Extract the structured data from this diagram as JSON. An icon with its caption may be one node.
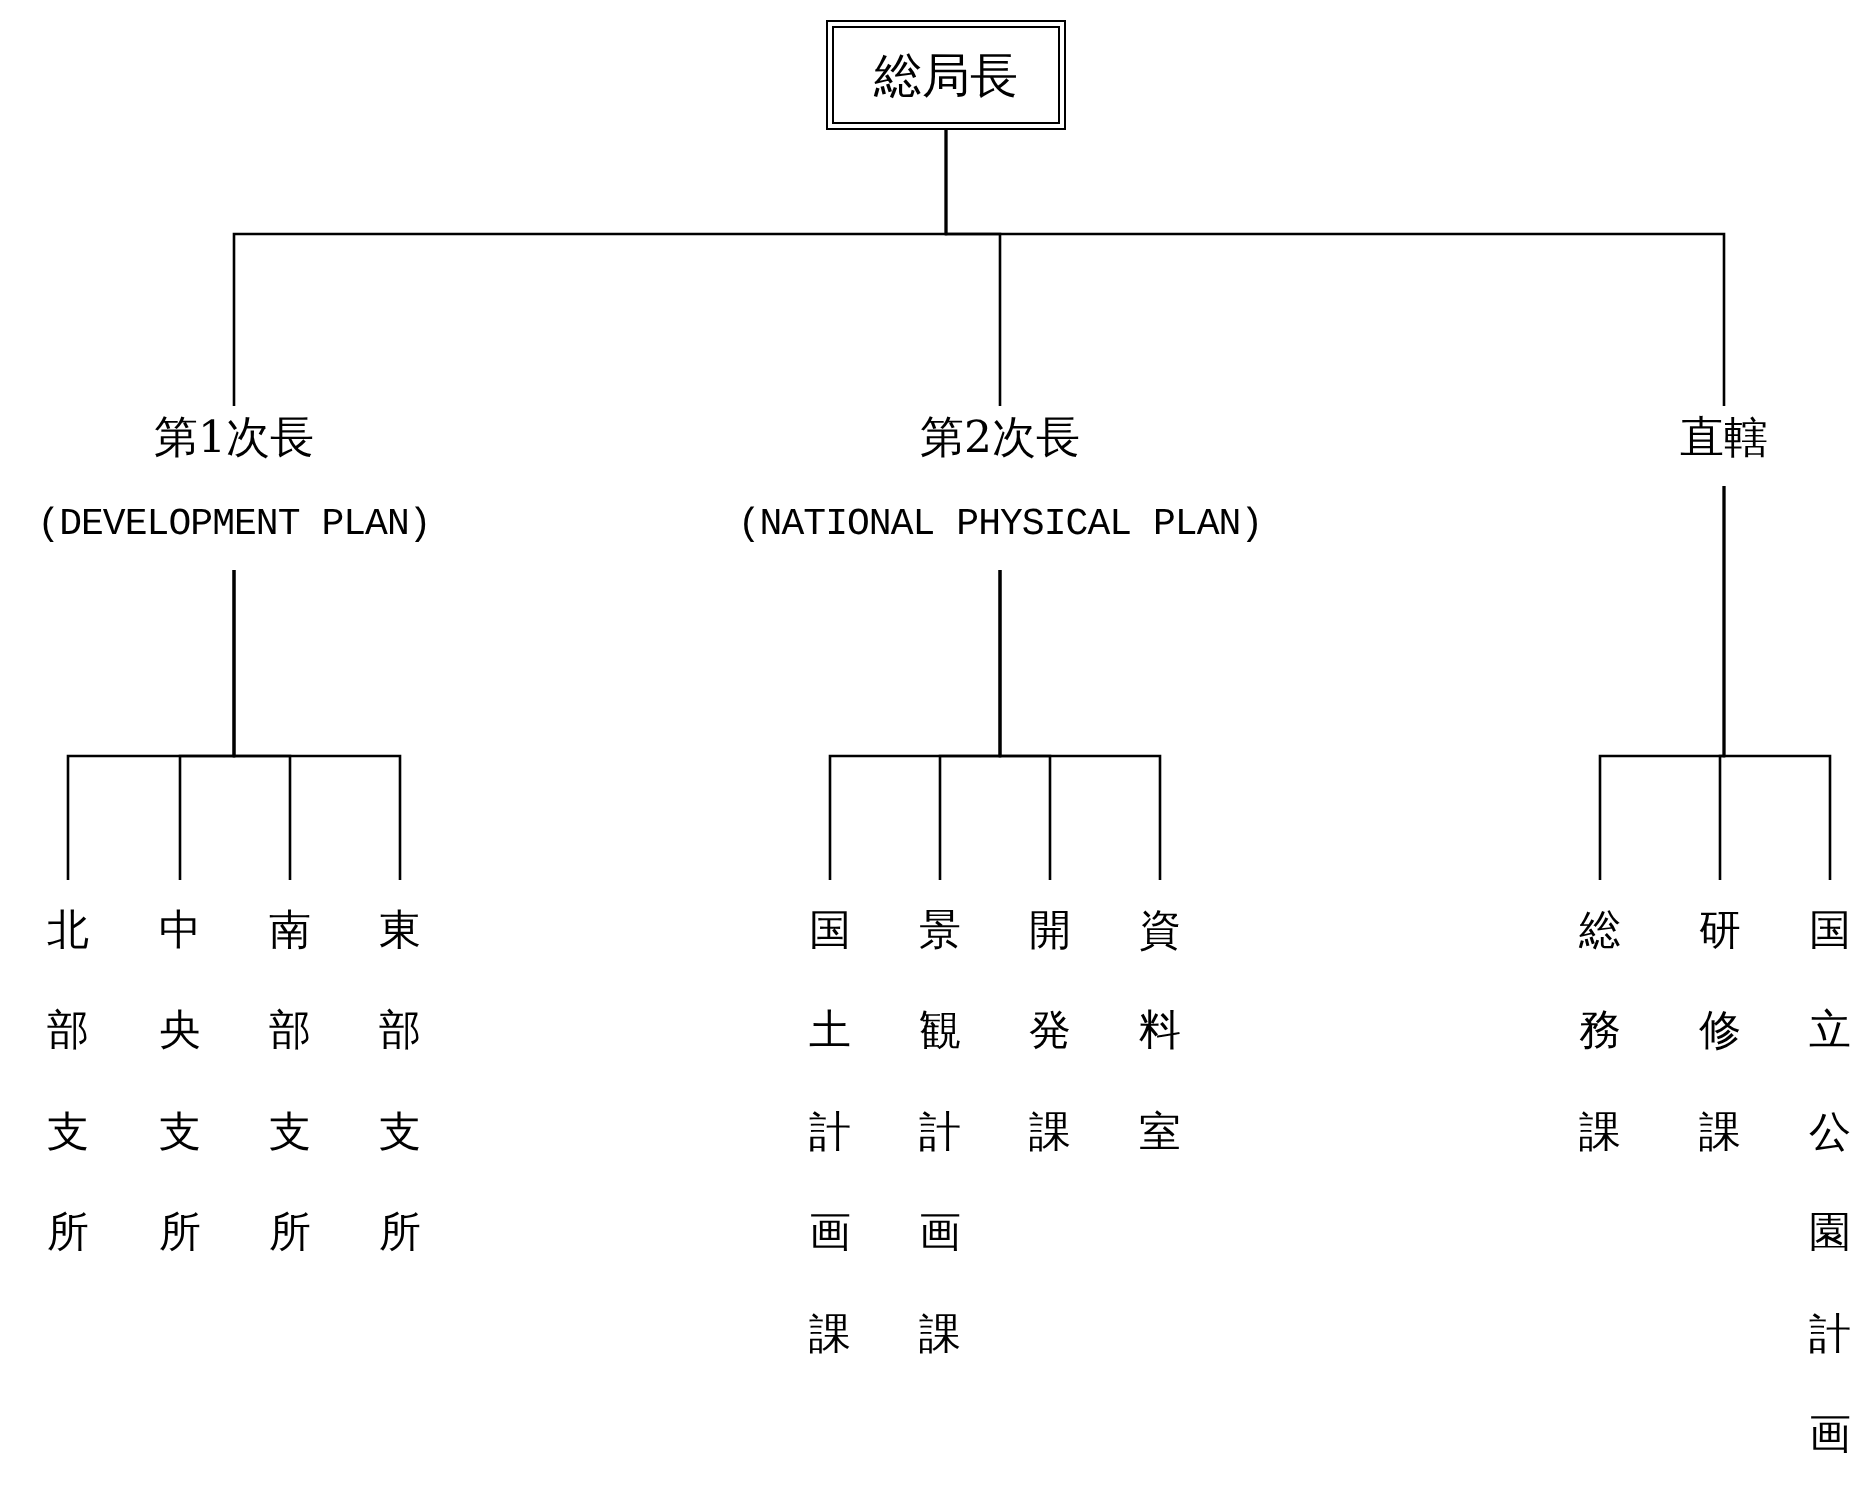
{
  "diagram": {
    "nodes": [
      {
        "text": [
          "総局長"
        ]
      },
      {
        "text": [
          "第1次長",
          "(DEVELOPMENT PLAN)"
        ]
      },
      {
        "text": [
          "第2次長",
          "(NATIONAL PHYSICAL PLAN)"
        ]
      },
      {
        "text": [
          "直轄"
        ]
      },
      {
        "text": [
          "北部支所"
        ]
      },
      {
        "text": [
          "中央支所"
        ]
      },
      {
        "text": [
          "南部支所"
        ]
      },
      {
        "text": [
          "東部支所"
        ]
      },
      {
        "text": [
          "国土計画課"
        ]
      },
      {
        "text": [
          "景観計画課"
        ]
      },
      {
        "text": [
          "開発課"
        ]
      },
      {
        "text": [
          "資料室"
        ]
      },
      {
        "text": [
          "総務課"
        ]
      },
      {
        "text": [
          "研修課"
        ]
      },
      {
        "text": [
          "国立公園計画"
        ]
      }
    ],
    "edges": [
      {
        "from": 0,
        "to": 1,
        "arrow": "none"
      },
      {
        "from": 0,
        "to": 2,
        "arrow": "none"
      },
      {
        "from": 0,
        "to": 3,
        "arrow": "none"
      },
      {
        "from": 1,
        "to": 4,
        "arrow": "none"
      },
      {
        "from": 1,
        "to": 5,
        "arrow": "none"
      },
      {
        "from": 1,
        "to": 6,
        "arrow": "none"
      },
      {
        "from": 1,
        "to": 7,
        "arrow": "none"
      },
      {
        "from": 2,
        "to": 8,
        "arrow": "none"
      },
      {
        "from": 2,
        "to": 9,
        "arrow": "none"
      },
      {
        "from": 2,
        "to": 10,
        "arrow": "none"
      },
      {
        "from": 2,
        "to": 11,
        "arrow": "none"
      },
      {
        "from": 3,
        "to": 12,
        "arrow": "none"
      },
      {
        "from": 3,
        "to": 13,
        "arrow": "none"
      },
      {
        "from": 3,
        "to": 14,
        "arrow": "none"
      }
    ]
  }
}
